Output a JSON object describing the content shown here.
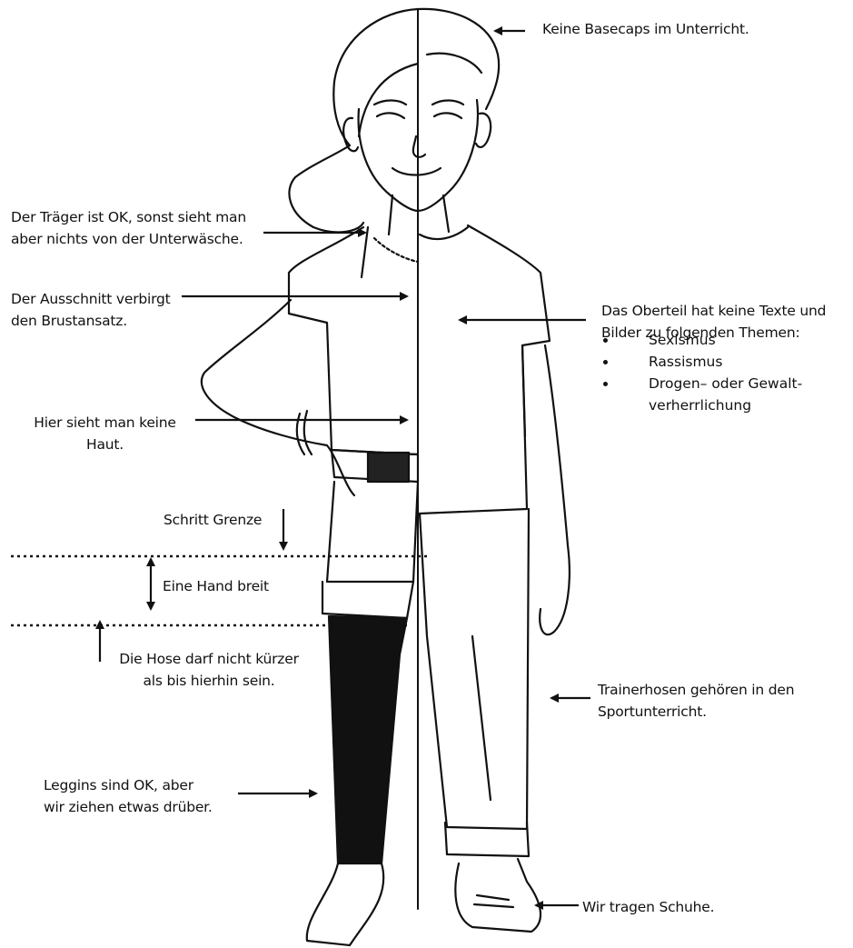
{
  "annotations": {
    "basecaps": "Keine Basecaps im Unterricht.",
    "traeger": "Der Träger ist OK, sonst sieht man\naber nichts von der Unterwäsche.",
    "ausschnitt": "Der Ausschnitt verbirgt\nden Brustansatz.",
    "haut": "Hier sieht man keine\nHaut.",
    "schritt": "Schritt Grenze",
    "hand": "Eine Hand breit",
    "hose": "Die Hose darf nicht kürzer\nals bis hierhin sein.",
    "leggins": "Leggins sind OK, aber\nwir ziehen etwas drüber.",
    "oberteil": "Das Oberteil hat keine Texte und\nBilder zu folgenden Themen:",
    "trainerhosen": "Trainerhosen gehören in den\nSportunterricht.",
    "schuhe": "Wir tragen Schuhe."
  },
  "topics": [
    {
      "label": "Sexismus"
    },
    {
      "label": "Rassismus"
    },
    {
      "label": "Drogen– oder Gewalt-\nverherrlichung"
    }
  ]
}
